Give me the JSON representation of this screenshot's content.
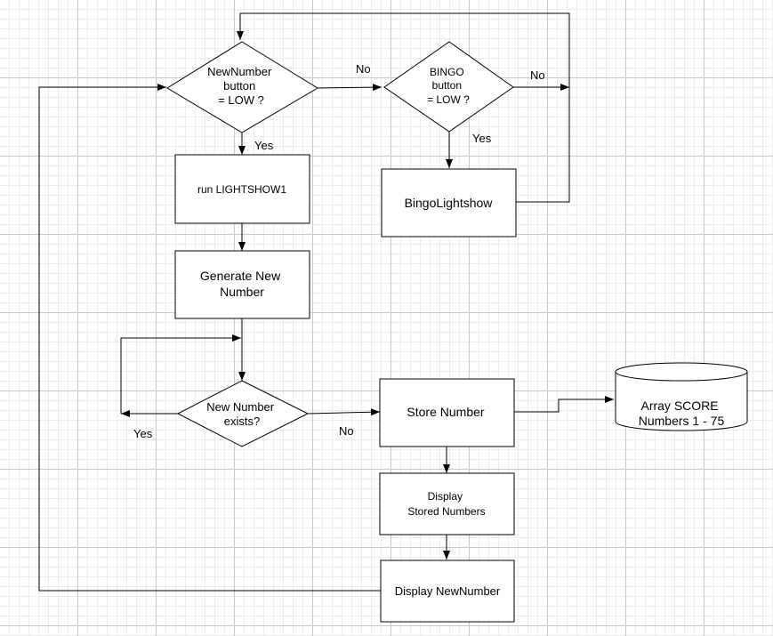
{
  "nodes": {
    "decision_newnumber": [
      "NewNumber",
      "button",
      "= LOW ?"
    ],
    "decision_bingo": [
      "BINGO",
      "button",
      "= LOW ?"
    ],
    "lightshow1": "run LIGHTSHOW1",
    "bingo_lightshow": "BingoLightshow",
    "generate": [
      "Generate New",
      "Number"
    ],
    "decision_exists": [
      "New Number",
      "exists?"
    ],
    "store": "Store Number",
    "array": [
      "Array SCORE",
      "Numbers 1 - 75"
    ],
    "display_stored": [
      "Display",
      "Stored Numbers"
    ],
    "display_new": "Display NewNumber"
  },
  "edge_labels": {
    "newnumber_no": "No",
    "newnumber_yes": "Yes",
    "bingo_no": "No",
    "bingo_yes": "Yes",
    "exists_yes": "Yes",
    "exists_no": "No"
  }
}
